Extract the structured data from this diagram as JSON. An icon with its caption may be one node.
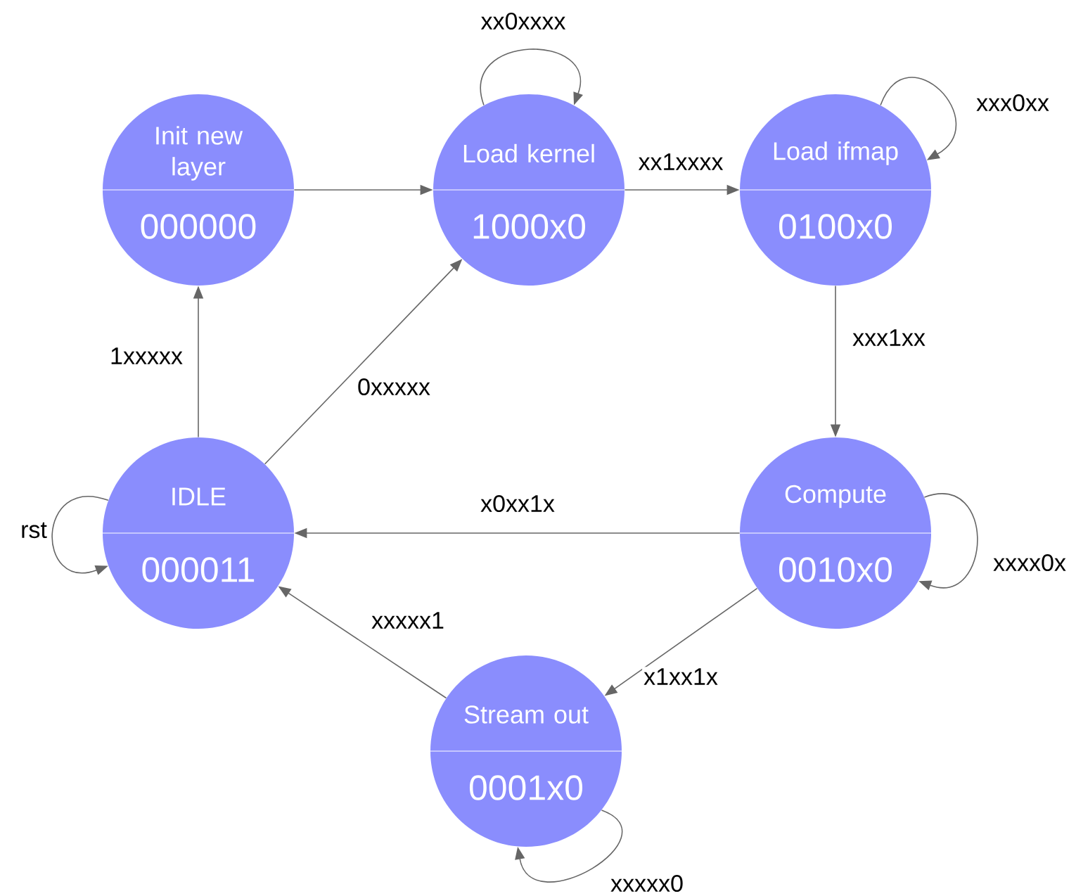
{
  "diagram": {
    "nodes": [
      {
        "text": [
          "Init new layer",
          "000000"
        ]
      },
      {
        "text": [
          "Load kernel",
          "1000x0"
        ]
      },
      {
        "text": [
          "Load ifmap",
          "0100x0"
        ]
      },
      {
        "text": [
          "IDLE",
          "000011"
        ]
      },
      {
        "text": [
          "Compute",
          "0010x0"
        ]
      },
      {
        "text": [
          "Stream out",
          "0001x0"
        ]
      }
    ],
    "edges": [
      {
        "from": 0,
        "to": 1,
        "arrow": "to"
      },
      {
        "from": 1,
        "to": 1,
        "arrow": "to",
        "label": "xx0xxxx"
      },
      {
        "from": 1,
        "to": 2,
        "arrow": "to",
        "label": "xx1xxxx"
      },
      {
        "from": 2,
        "to": 2,
        "arrow": "to",
        "label": "xxx0xx"
      },
      {
        "from": 2,
        "to": 4,
        "arrow": "to",
        "label": "xxx1xx"
      },
      {
        "from": 4,
        "to": 4,
        "arrow": "to",
        "label": "xxxx0x"
      },
      {
        "from": 4,
        "to": 3,
        "arrow": "to",
        "label": "x0xx1x"
      },
      {
        "from": 4,
        "to": 5,
        "arrow": "to",
        "label": "x1xx1x"
      },
      {
        "from": 5,
        "to": 5,
        "arrow": "to",
        "label": "xxxxx0"
      },
      {
        "from": 5,
        "to": 3,
        "arrow": "to",
        "label": "xxxxx1"
      },
      {
        "from": 3,
        "to": 0,
        "arrow": "to",
        "label": "1xxxxx"
      },
      {
        "from": 3,
        "to": 1,
        "arrow": "to",
        "label": "0xxxxx"
      },
      {
        "from": 3,
        "to": 3,
        "arrow": "to",
        "label": "rst"
      }
    ]
  }
}
